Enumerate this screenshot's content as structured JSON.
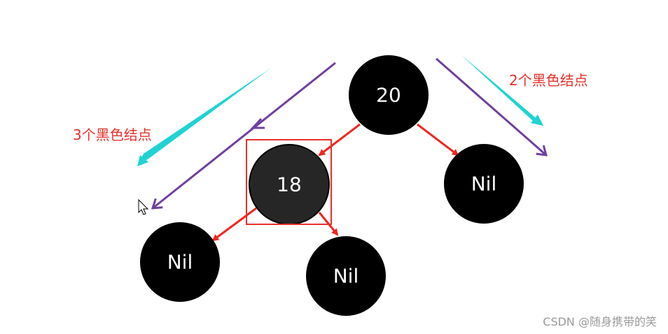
{
  "nodes": {
    "root": {
      "label": "20",
      "color": "#000000"
    },
    "left": {
      "label": "18",
      "color": "#262626"
    },
    "right_nil": {
      "label": "Nil",
      "color": "#000000"
    },
    "left_left_nil": {
      "label": "Nil",
      "color": "#000000"
    },
    "left_right_nil": {
      "label": "Nil",
      "color": "#000000"
    }
  },
  "annotations": {
    "left_path": "3个黑色结点",
    "right_path": "2个黑色结点"
  },
  "watermark": "CSDN @随身携带的笑",
  "colors": {
    "edge": "#f0261e",
    "path_arrow": "#6f3fa0",
    "highlight_arrow": "#1fd3d3",
    "highlight_box": "#e8302a",
    "annotation": "#e8302a"
  }
}
